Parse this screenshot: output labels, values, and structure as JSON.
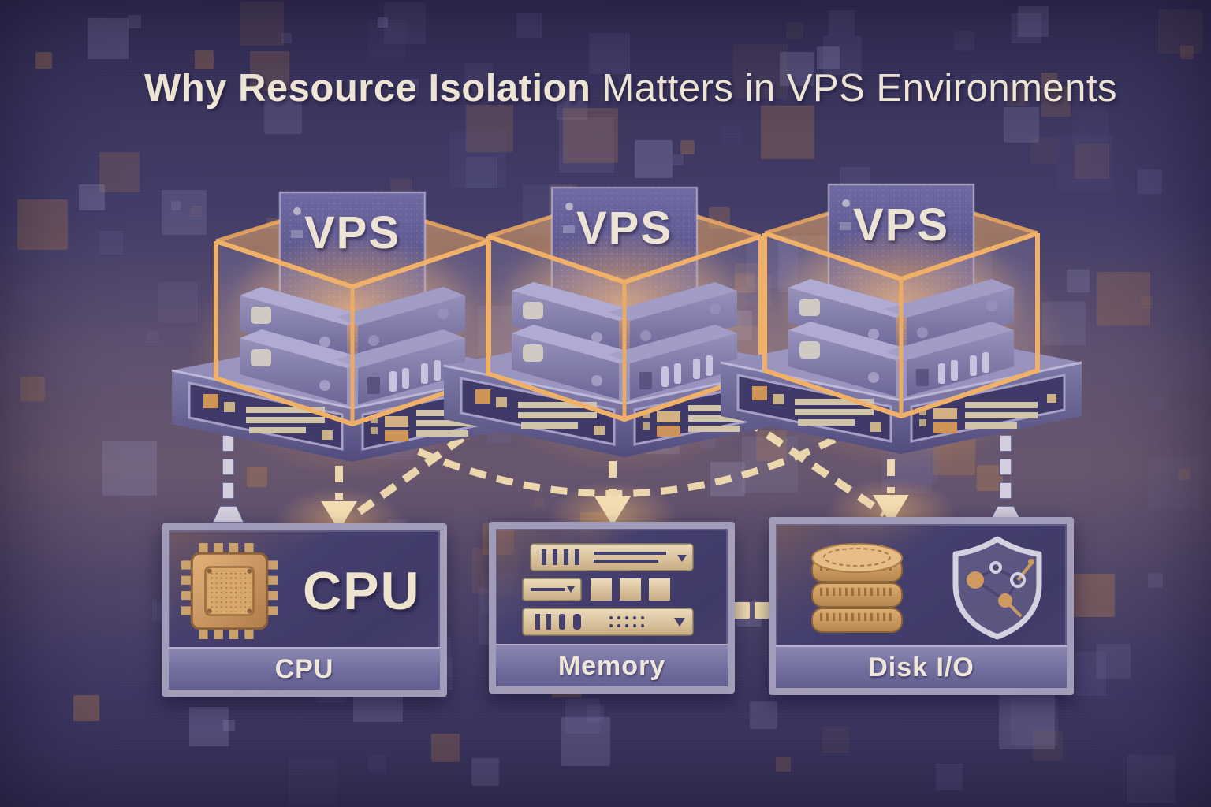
{
  "title": {
    "emphasis": "Why Resource Isolation",
    "rest": " Matters in VPS Environments"
  },
  "vps_units": [
    {
      "label": "VPS"
    },
    {
      "label": "VPS"
    },
    {
      "label": "VPS"
    }
  ],
  "resources": [
    {
      "caption": "CPU",
      "panel_label": "CPU",
      "icon": "cpu-chip-icon"
    },
    {
      "caption": "Memory",
      "icon": "memory-modules-icon"
    },
    {
      "caption": "Disk I/O",
      "icon": "disk-platters-icon",
      "secondary_icon": "shield-network-icon"
    }
  ],
  "colors": {
    "accent_orange": "#f0b068",
    "glow_orange": "#f2b26a",
    "cream_text": "#f2e9d8",
    "arrow_cream": "#f3ddb0",
    "panel_dark": "#433e6d",
    "plate_purple": "#5d588a",
    "chassis_purple": "#6b6794",
    "mosaic_purple": "#7b76a0",
    "mosaic_brown": "#a5744e",
    "background_top": "#322d54",
    "background_mid": "#4a4474"
  }
}
